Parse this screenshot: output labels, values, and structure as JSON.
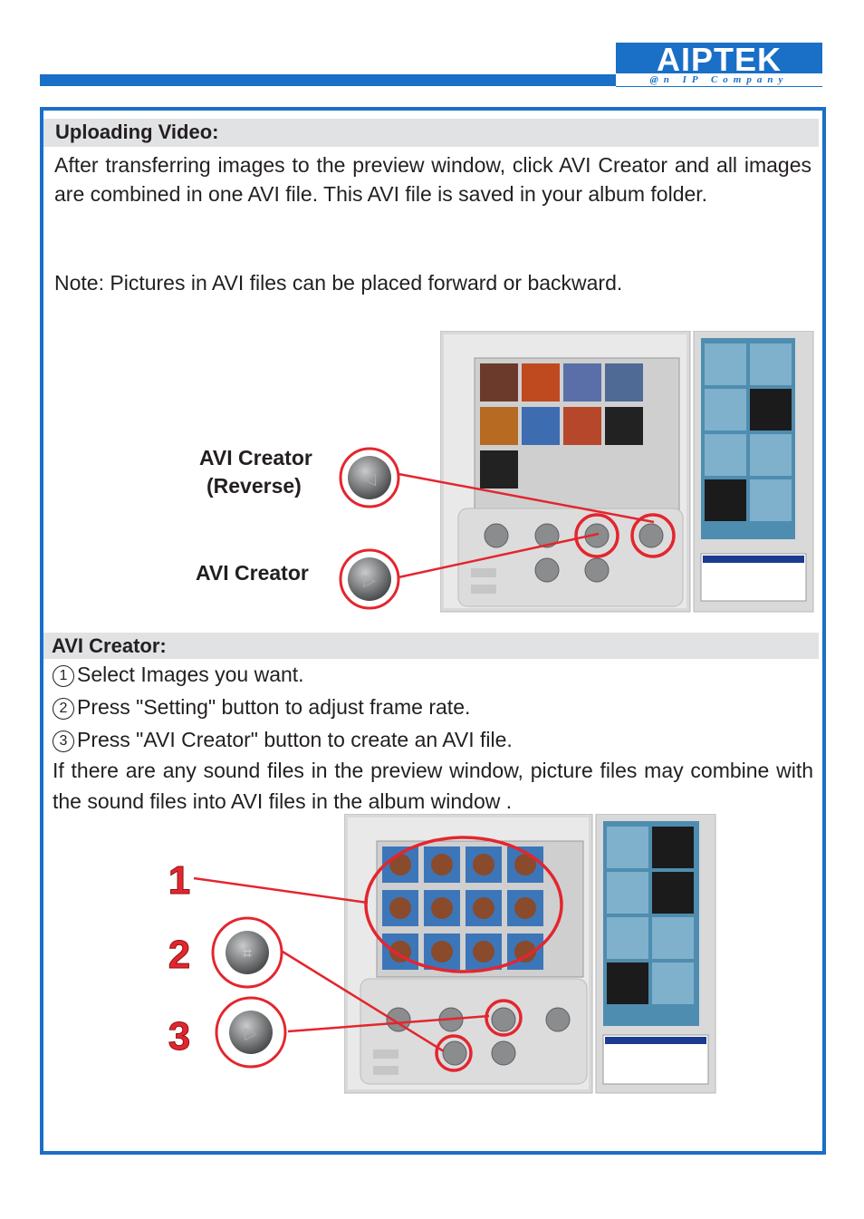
{
  "header": {
    "logo_text": "AIPTEK",
    "logo_tagline": "@n IP Company",
    "brand_color": "#1a6fc6"
  },
  "section_upload": {
    "heading": "Uploading Video:",
    "body": "After transferring images to the preview window, click AVI Creator and all images are combined in one AVI file.  This AVI file is saved in your album folder.",
    "note": "Note: Pictures in AVI files can be placed forward or backward."
  },
  "figure1": {
    "label_reverse_line1": "AVI Creator",
    "label_reverse_line2": "(Reverse)",
    "label_forward": "AVI Creator"
  },
  "section_avi": {
    "heading": "AVI Creator:",
    "steps": [
      {
        "num": "1",
        "text": "Select Images you want."
      },
      {
        "num": "2",
        "text": "Press \"Setting\" button to adjust frame rate."
      },
      {
        "num": "3",
        "text": "Press \"AVI Creator\" button to create an AVI file."
      }
    ],
    "body": "If there are any sound files in the preview window, picture files may combine with the sound files into  AVI files in the album window ."
  },
  "figure2": {
    "callouts": [
      "1",
      "2",
      "3"
    ]
  },
  "colors": {
    "callout_red": "#e3262e",
    "band_gray": "#e1e2e4"
  }
}
